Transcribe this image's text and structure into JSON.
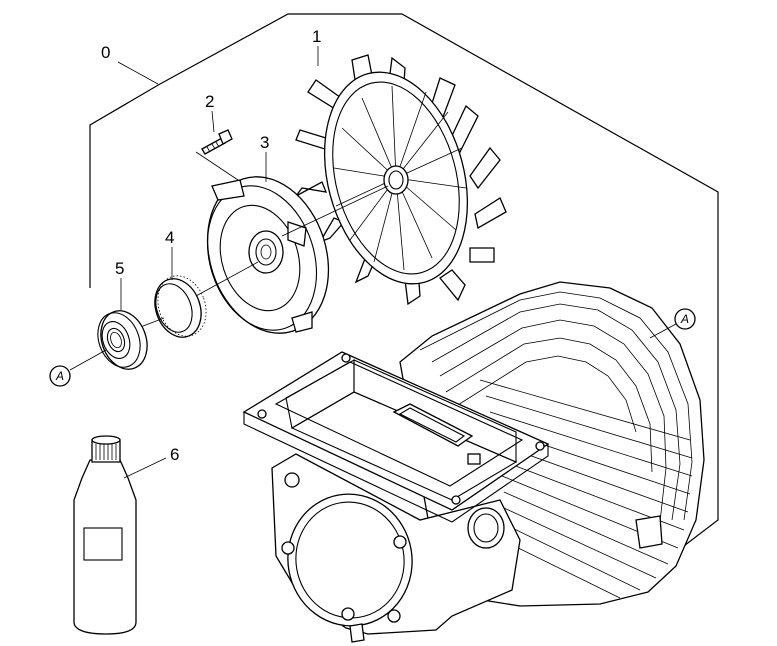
{
  "callouts": {
    "assembly": "0",
    "fan": "1",
    "screw": "2",
    "end_cover": "3",
    "ring": "4",
    "bearing": "5",
    "oil_bottle": "6"
  },
  "reference_markers": {
    "left": "A",
    "right": "A"
  }
}
